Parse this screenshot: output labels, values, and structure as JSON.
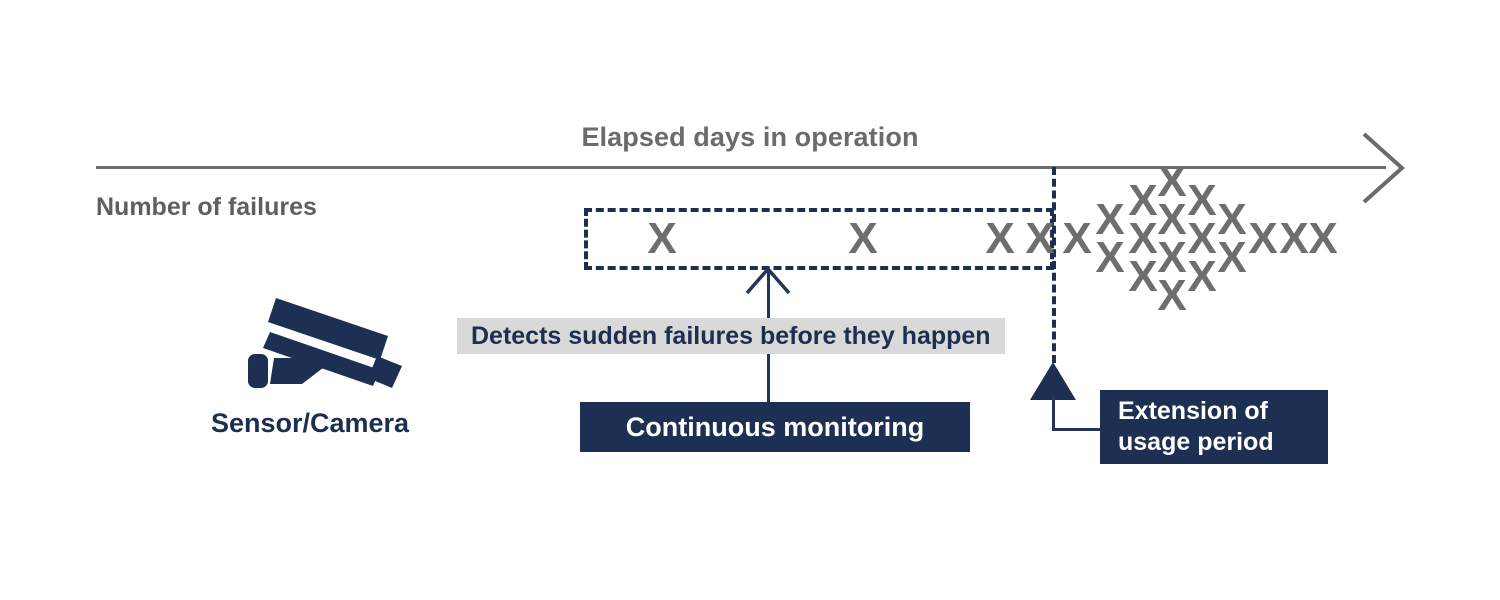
{
  "axis": {
    "title": "Elapsed days in operation",
    "y_title": "Number of failures",
    "arrow_icon": "axis-arrow-right-icon",
    "color": "#6b6b6b"
  },
  "sensor": {
    "icon": "security-camera-icon",
    "label": "Sensor/Camera",
    "color": "#1d2f50"
  },
  "callout": {
    "caption": "Detects sudden failures before they happen",
    "caption_bg": "#d9d9d9",
    "caption_color": "#1d2f50",
    "box_label": "Continuous monitoring",
    "box_color": "#1d3053",
    "arrow_icon": "up-arrow-open-icon"
  },
  "extension": {
    "line1": "Extension of",
    "line2": "usage period",
    "box_color": "#1d3053",
    "marker_icon": "up-triangle-solid-icon",
    "boundary_icon": "dash-dot-vertical-line"
  },
  "monitoring_window": {
    "style": "dashed",
    "color": "#1d2f50"
  },
  "chart_data": {
    "type": "scatter",
    "title": "Elapsed days in operation",
    "xlabel": "Elapsed days in operation",
    "ylabel": "Number of failures",
    "marker": "X",
    "marker_color": "#6e6e6e",
    "grid": false,
    "legend": null,
    "annotations": [
      "Detects sudden failures before they happen",
      "Continuous monitoring",
      "Extension of usage period"
    ],
    "note": "Sparse single failures during the monitored period, then a dense burst of failures after the boundary line (end of planned usage), tapering off to single failures again.",
    "series": [
      {
        "name": "failures-in-monitoring-window",
        "region": "inside-dashed-box",
        "points": [
          {
            "x": 662,
            "count": 1
          },
          {
            "x": 863,
            "count": 1
          },
          {
            "x": 1000,
            "count": 1
          },
          {
            "x": 1040,
            "count": 1
          }
        ]
      },
      {
        "name": "failures-after-boundary",
        "region": "after-dash-dot-line",
        "points": [
          {
            "x": 1077,
            "count": 1
          },
          {
            "x": 1110,
            "count": 2
          },
          {
            "x": 1143,
            "count": 3
          },
          {
            "x": 1172,
            "count": 4
          },
          {
            "x": 1202,
            "count": 3
          },
          {
            "x": 1232,
            "count": 2
          },
          {
            "x": 1263,
            "count": 1
          },
          {
            "x": 1294,
            "count": 1
          },
          {
            "x": 1323,
            "count": 1
          }
        ]
      }
    ]
  }
}
